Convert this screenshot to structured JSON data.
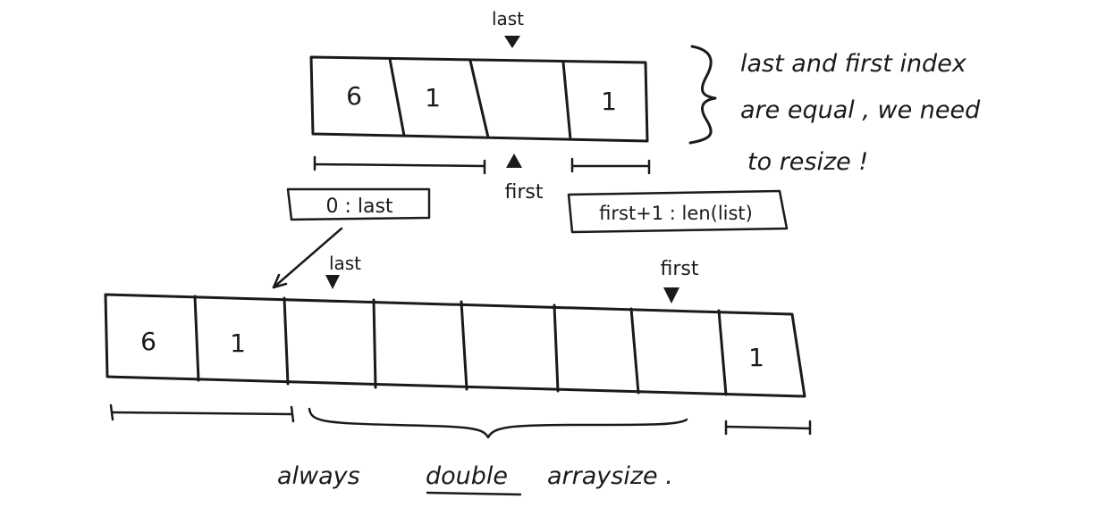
{
  "top_array": {
    "cells": [
      "6",
      "1",
      "",
      "1"
    ],
    "last_label": "last",
    "first_label": "first"
  },
  "slices": {
    "left": "0 : last",
    "right": "first+1 : len(list)"
  },
  "note_lines": [
    "last and first index",
    "are equal , we need",
    "to resize !"
  ],
  "bottom_array": {
    "cells": [
      "6",
      "1",
      "",
      "",
      "",
      "",
      "",
      "1"
    ],
    "last_label": "last",
    "first_label": "first"
  },
  "caption": {
    "before": "always",
    "emphasis": "double",
    "after": "arraysize ."
  }
}
